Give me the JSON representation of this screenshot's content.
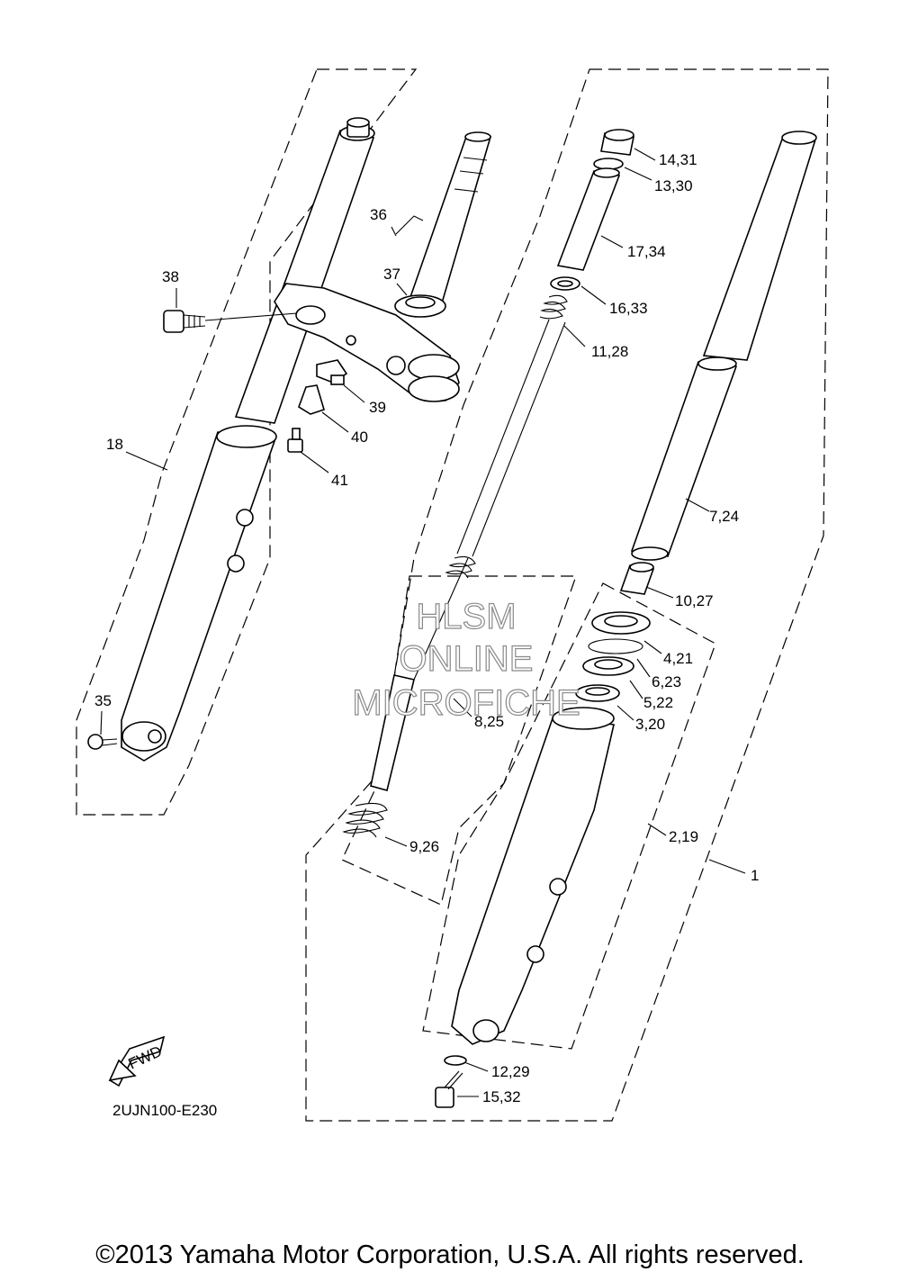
{
  "diagram_code": "2UJN100-E230",
  "fwd_label": "FWD",
  "watermark": [
    "HLSM",
    "ONLINE",
    "MICROFICHE"
  ],
  "copyright": "©2013 Yamaha Motor Corporation, U.S.A. All rights reserved.",
  "callouts": {
    "c1": "1",
    "c2": "2,19",
    "c3": "3,20",
    "c4": "4,21",
    "c5": "5,22",
    "c6": "6,23",
    "c7": "7,24",
    "c8": "8,25",
    "c9": "9,26",
    "c10": "10,27",
    "c11": "11,28",
    "c12": "12,29",
    "c13": "13,30",
    "c14": "14,31",
    "c15": "15,32",
    "c16": "16,33",
    "c17": "17,34",
    "c18": "18",
    "c35": "35",
    "c36": "36",
    "c37": "37",
    "c38": "38",
    "c39": "39",
    "c40": "40",
    "c41": "41"
  }
}
